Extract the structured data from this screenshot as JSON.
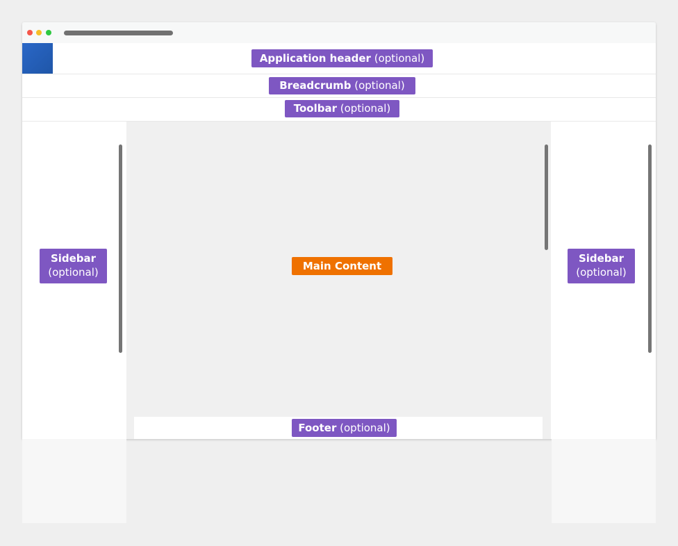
{
  "window": {
    "controls": [
      "close-dot",
      "minimize-dot",
      "maximize-dot"
    ]
  },
  "regions": {
    "app_header": {
      "label": "Application header",
      "optional": "(optional)"
    },
    "breadcrumb": {
      "label": "Breadcrumb",
      "optional": "(optional)"
    },
    "toolbar": {
      "label": "Toolbar",
      "optional": "(optional)"
    },
    "sidebar_left": {
      "label": "Sidebar",
      "optional": "(optional)"
    },
    "main": {
      "label": "Main Content"
    },
    "sidebar_right": {
      "label": "Sidebar",
      "optional": "(optional)"
    },
    "footer": {
      "label": "Footer",
      "optional": "(optional)"
    }
  },
  "colors": {
    "label_purple": "#7e57c2",
    "main_orange": "#ef7100",
    "logo_blue": "#2a67c7",
    "scrollbar": "#757575"
  }
}
